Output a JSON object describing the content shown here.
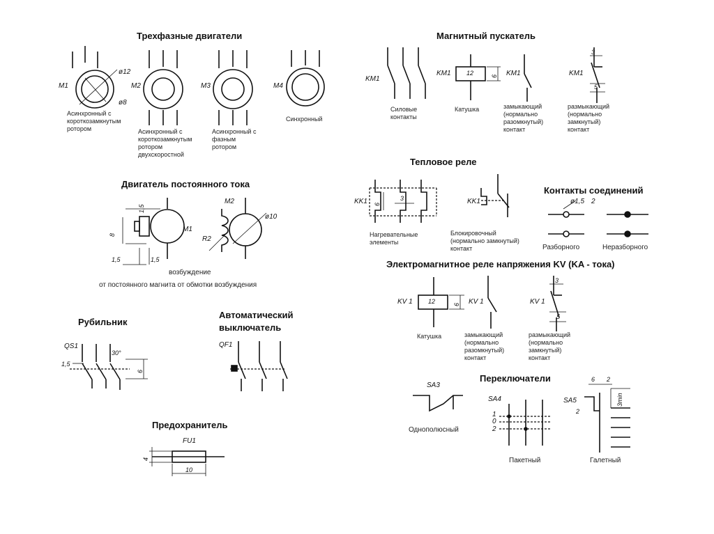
{
  "sections": {
    "motors3": {
      "title": "Трехфазные двигатели",
      "m1_tag": "M1",
      "m2_tag": "M2",
      "m3_tag": "M3",
      "m4_tag": "M4",
      "m1_d12": "ø12",
      "m1_d8": "ø8",
      "m1_label": [
        "Асинхронный с",
        "короткозамкнутым",
        "ротором"
      ],
      "m2_label": [
        "Асинхронный с",
        "короткозамкнутым",
        "ротором",
        "двухскоростной"
      ],
      "m3_label": [
        "Асинхронный с",
        "фазным",
        "ротором"
      ],
      "m4_label": [
        "Синхронный"
      ]
    },
    "dc_motor": {
      "title": "Двигатель постоянного тока",
      "m1_tag": "M1",
      "m2_tag": "M2",
      "r2_tag": "R2",
      "dim_15_top": "1,5",
      "dim_8": "8",
      "dim_15_left": "1,5",
      "dim_15_right": "1,5",
      "d10": "ø10",
      "excitation": "возбуждение",
      "variants": "от постоянного магнита  от обмотки возбуждения"
    },
    "switch": {
      "title": "Рубильник",
      "tag": "QS1",
      "angle": "30°",
      "dim_15": "1,5",
      "dim_6": "6"
    },
    "breaker": {
      "title": [
        "Автоматический",
        "выключатель"
      ],
      "tag": "QF1"
    },
    "fuse": {
      "title": "Предохранитель",
      "tag": "FU1",
      "dim_4": "4",
      "dim_10": "10"
    },
    "starter": {
      "title": "Магнитный пускатель",
      "km1_a": "KM1",
      "km1_b": "KM1",
      "km1_c": "KM1",
      "km1_d": "KM1",
      "coil_12": "12",
      "coil_6": "6",
      "dim_3": "3",
      "dim_5": "5",
      "power_label": [
        "Силовые",
        "контакты"
      ],
      "coil_label": [
        "Катушка"
      ],
      "no_label": [
        "замыкающий",
        "(нормально",
        "разомкнутый)",
        "контакт"
      ],
      "nc_label": [
        "размыкающий",
        "(нормально",
        "замкнутый)",
        "контакт"
      ]
    },
    "thermal": {
      "title": "Тепловое реле",
      "kk1_a": "KK1",
      "kk1_b": "KK1",
      "dim_6": "6",
      "dim_3": "3",
      "heat_label": [
        "Нагревательные",
        "элементы"
      ],
      "block_label": [
        "Блокировочный",
        "(нормально замкнутый)",
        "контакт"
      ]
    },
    "connections": {
      "title": "Контакты соединений",
      "d15": "ø1,5",
      "dim_2": "2",
      "detachable": "Разборного",
      "fixed": "Неразборного"
    },
    "em_relay": {
      "title": "Электромагнитное реле напряжения KV (KA - тока)",
      "kv1_a": "KV 1",
      "kv1_b": "KV 1",
      "kv1_c": "KV 1",
      "coil_12": "12",
      "coil_6": "6",
      "dim_3": "3",
      "dim_5": "5",
      "coil_label": [
        "Катушка"
      ],
      "no_label": [
        "замыкающий",
        "(нормально",
        "разомкнутый)",
        "контакт"
      ],
      "nc_label": [
        "размыкающий",
        "(нормально",
        "замкнутый)",
        "контакт"
      ]
    },
    "selectors": {
      "title": "Переключатели",
      "sa3": "SA3",
      "sa4": "SA4",
      "sa5": "SA5",
      "pos1": "1",
      "pos0": "0",
      "pos2": "2",
      "dim_6": "6",
      "dim_2a": "2",
      "dim_2b": "2",
      "dim_3min": "3min",
      "single": "Однополюсный",
      "packet": "Пакетный",
      "gallet": "Галетный"
    }
  }
}
